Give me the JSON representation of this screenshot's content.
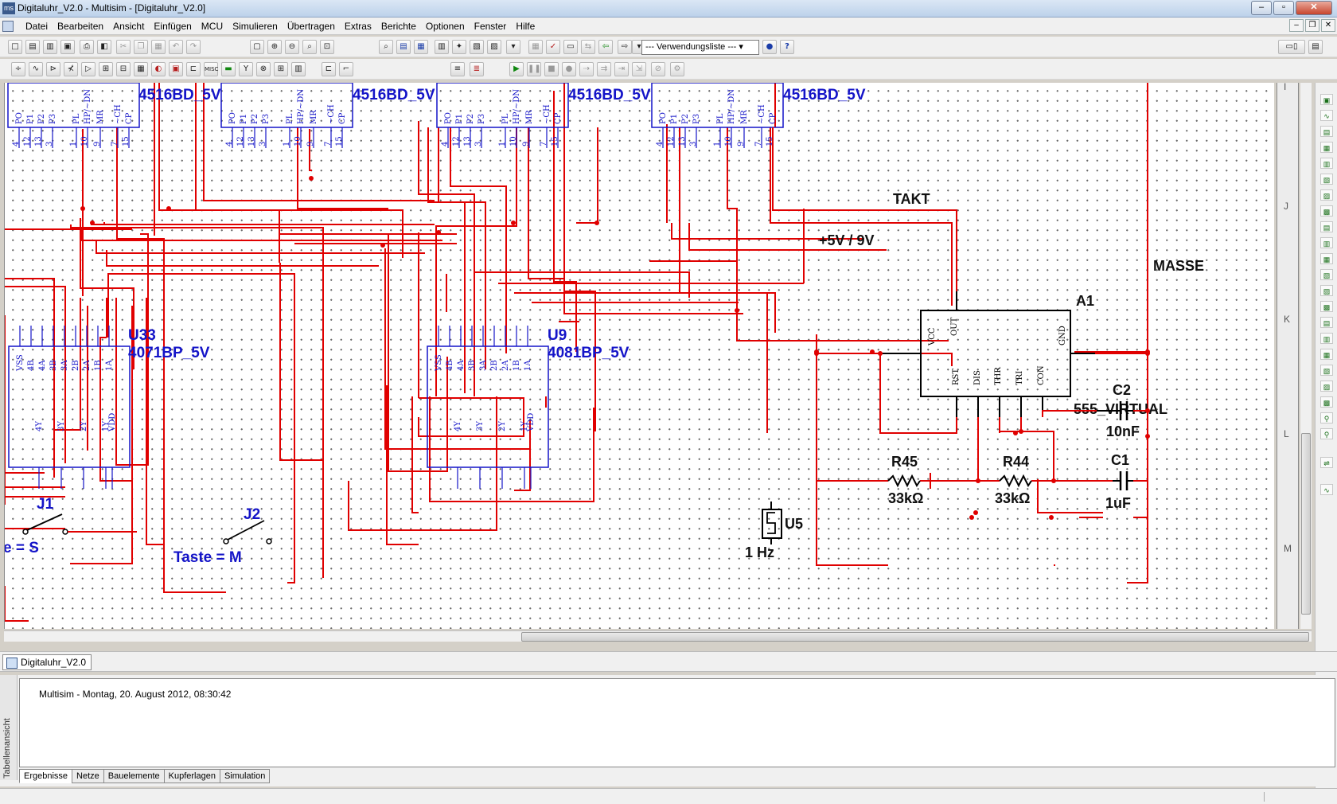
{
  "window": {
    "title": "Digitaluhr_V2.0 - Multisim - [Digitaluhr_V2.0]",
    "app_icon": "ms"
  },
  "menu": [
    "Datei",
    "Bearbeiten",
    "Ansicht",
    "Einfügen",
    "MCU",
    "Simulieren",
    "Übertragen",
    "Extras",
    "Berichte",
    "Optionen",
    "Fenster",
    "Hilfe"
  ],
  "toolbar": {
    "usage_list": "--- Verwendungsliste ---",
    "help": "?"
  },
  "schematic": {
    "counters": [
      "4516BD_5V",
      "4516BD_5V",
      "4516BD_5V",
      "4516BD_5V"
    ],
    "counter_pins_top": [
      "PO",
      "P1",
      "P2",
      "P3",
      "PL",
      "HP/~DN",
      "MR",
      "~CH",
      "CP"
    ],
    "counter_pin_nums": [
      "4",
      "12",
      "13",
      "3",
      "1",
      "10",
      "9",
      "7",
      "15"
    ],
    "u33": {
      "ref": "U33",
      "part": "4071BP_5V"
    },
    "u9": {
      "ref": "U9",
      "part": "4081BP_5V"
    },
    "gate_pins_top": [
      "VSS",
      "4B",
      "4A",
      "3B",
      "3A",
      "2B",
      "2A",
      "1B",
      "1A"
    ],
    "gate_pins_bottom": [
      "4Y",
      "3Y",
      "2Y",
      "1Y",
      "VDD"
    ],
    "a1": {
      "ref": "A1",
      "part": "555_VIRTUAL",
      "pins_top": [
        "VCC",
        "OUT",
        "GND"
      ],
      "pins_bottom": [
        "RST",
        "DIS",
        "THR",
        "TRI",
        "CON"
      ]
    },
    "net_labels": {
      "takt": "TAKT",
      "supply": "+5V / 9V",
      "ground": "MASSE"
    },
    "r45": {
      "ref": "R45",
      "value": "33kΩ"
    },
    "r44": {
      "ref": "R44",
      "value": "33kΩ"
    },
    "c1": {
      "ref": "C1",
      "value": "1uF"
    },
    "c2": {
      "ref": "C2",
      "value": "10nF"
    },
    "u5": {
      "ref": "U5",
      "value": "1 Hz"
    },
    "j1": {
      "ref": "J1",
      "label": "e = S"
    },
    "j2": {
      "ref": "J2",
      "label": "Taste = M"
    }
  },
  "ruler_marks": [
    "I",
    "J",
    "K",
    "L",
    "M"
  ],
  "document_tab": "Digitaluhr_V2.0",
  "results": {
    "side_caption": "Tabellenansicht",
    "log_line": "Multisim  -  Montag, 20. August 2012, 08:30:42",
    "tabs": [
      "Ergebnisse",
      "Netze",
      "Bauelemente",
      "Kupferlagen",
      "Simulation"
    ]
  },
  "colors": {
    "wire": "#e00000",
    "component": "#1414c8",
    "grid_bg": "#ffffff"
  }
}
